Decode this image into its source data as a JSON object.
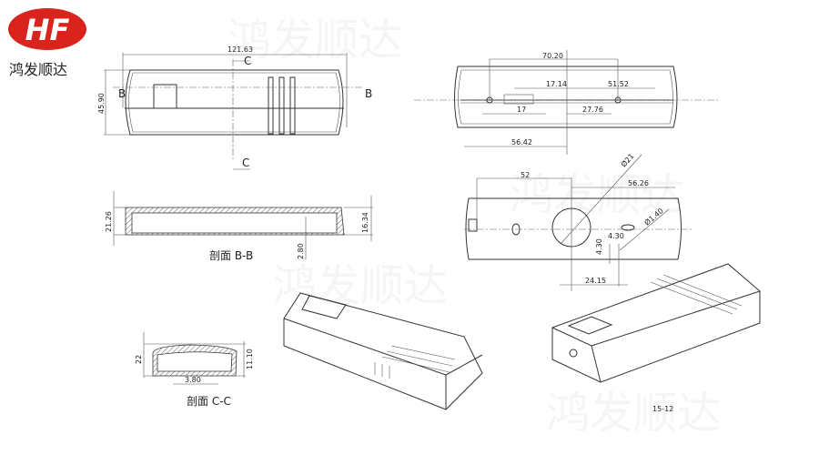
{
  "logo": {
    "mark": "HF",
    "company": "鸿发顺达",
    "color": "#d9231c"
  },
  "watermark": "鸿发顺达",
  "top_view": {
    "width": "121.63",
    "height": "45.90",
    "section_b": "B",
    "section_c": "C"
  },
  "inner_view": {
    "d1": "70.20",
    "d2": "17.14",
    "d3": "51.52",
    "d4": "17",
    "d5": "27.76",
    "d6": "56.42"
  },
  "bottom_view": {
    "d1": "52",
    "d2": "56.26",
    "dia1": "Ø21",
    "dia2": "Ø1.40",
    "d3": "4.30",
    "d4": "4.30",
    "d5": "24.15"
  },
  "section_bb": {
    "label": "剖面 B-B",
    "h1": "21.26",
    "h2": "16.34",
    "t": "2.80"
  },
  "section_cc": {
    "label": "剖面 C-C",
    "h1": "22",
    "h2": "11.10",
    "w": "3.80"
  },
  "model_number": "15-12"
}
